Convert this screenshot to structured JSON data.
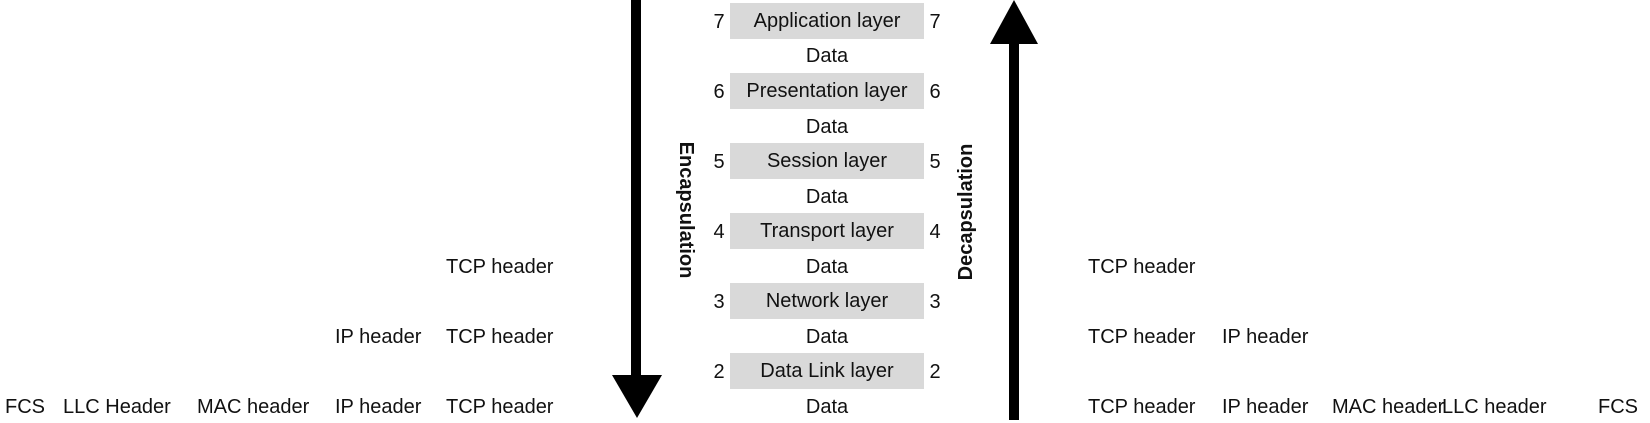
{
  "layers": [
    {
      "num": "7",
      "label": "Application layer"
    },
    {
      "num": "6",
      "label": "Presentation layer"
    },
    {
      "num": "5",
      "label": "Session layer"
    },
    {
      "num": "4",
      "label": "Transport layer"
    },
    {
      "num": "3",
      "label": "Network layer"
    },
    {
      "num": "2",
      "label": "Data Link layer"
    }
  ],
  "data_label": "Data",
  "encapsulation_label": "Encapsulation",
  "decapsulation_label": "Decapsulation",
  "left_headers": {
    "row4": [
      "TCP header"
    ],
    "row3": [
      "IP header",
      "TCP header"
    ],
    "row2": [
      "FCS",
      "LLC Header",
      "MAC header",
      "IP header",
      "TCP header"
    ]
  },
  "right_headers": {
    "row4": [
      "TCP header"
    ],
    "row3": [
      "TCP header",
      "IP header"
    ],
    "row2": [
      "TCP header",
      "IP header",
      "MAC header",
      "LLC header",
      "FCS"
    ]
  }
}
